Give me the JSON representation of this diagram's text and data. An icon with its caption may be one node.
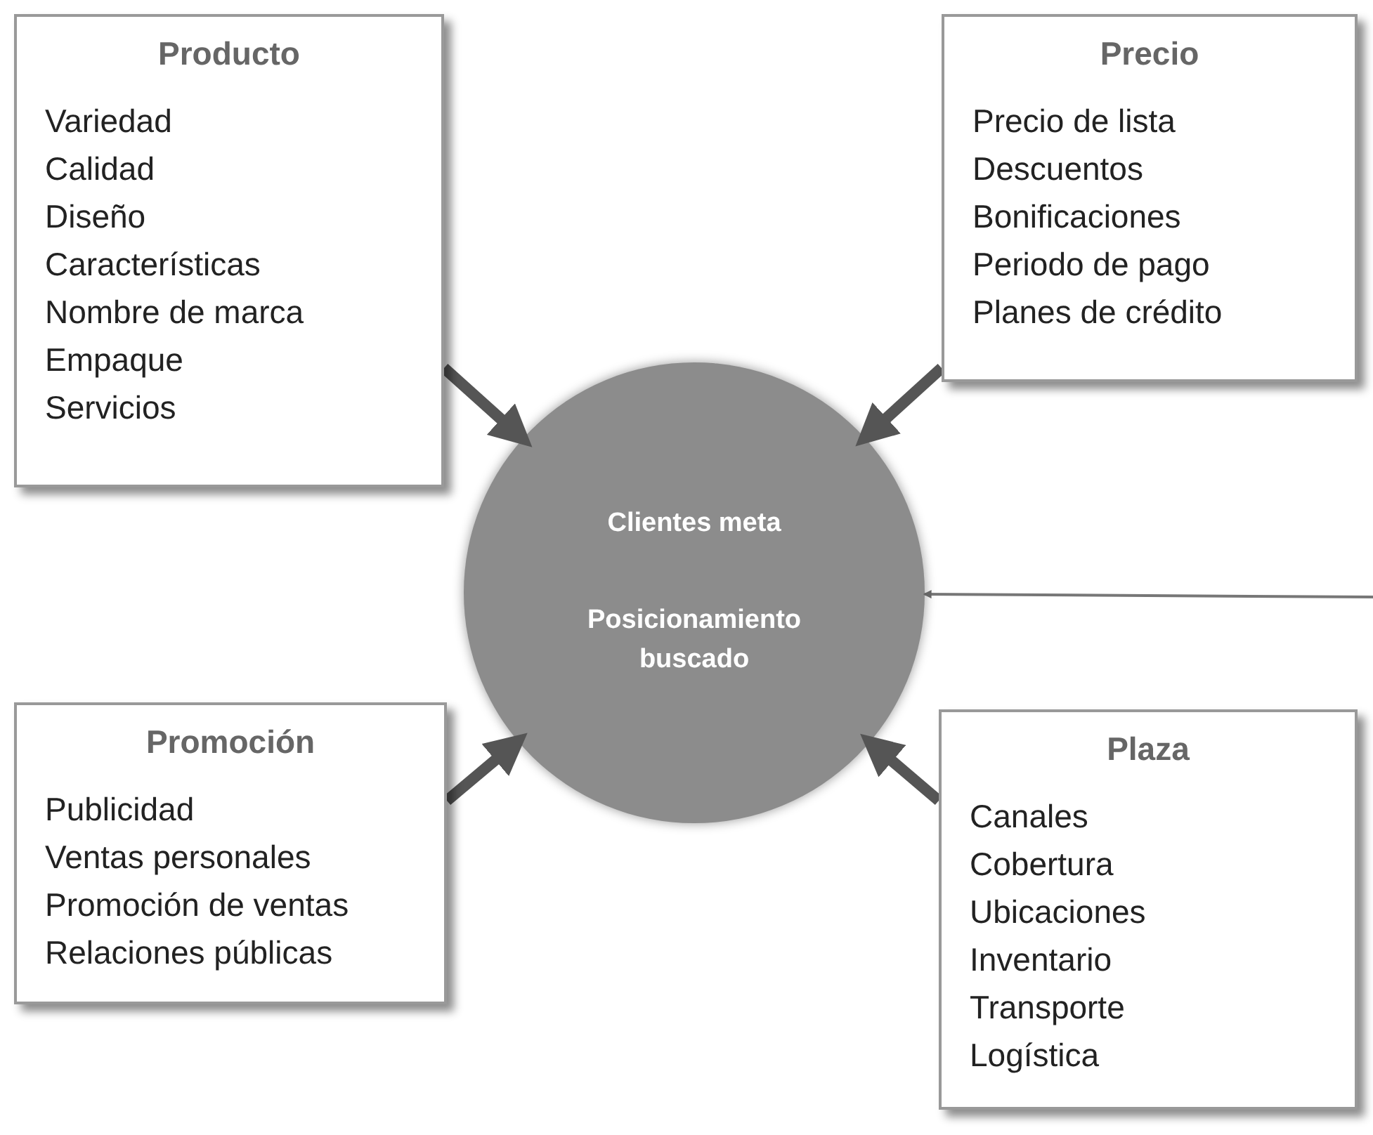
{
  "diagram": {
    "nodes": [
      {
        "text": [
          "Producto",
          "Variedad",
          "Calidad",
          "Diseño",
          "Características",
          "Nombre de marca",
          "Empaque",
          "Servicios"
        ]
      },
      {
        "text": [
          "Precio",
          "Precio de lista",
          "Descuentos",
          "Bonificaciones",
          "Periodo de pago",
          "Planes de crédito"
        ]
      },
      {
        "text": [
          "Clientes meta",
          "Posicionamiento buscado"
        ]
      },
      {
        "text": [
          "Promoción",
          "Publicidad",
          "Ventas personales",
          "Promoción de ventas",
          "Relaciones públicas"
        ]
      },
      {
        "text": [
          "Plaza",
          "Canales",
          "Cobertura",
          "Ubicaciones",
          "Inventario",
          "Transporte",
          "Logística"
        ]
      }
    ],
    "edges": [
      {
        "from": 0,
        "to": 2,
        "arrow": "to"
      },
      {
        "from": 1,
        "to": 2,
        "arrow": "to"
      },
      {
        "from": 3,
        "to": 2,
        "arrow": "to"
      },
      {
        "from": 4,
        "to": 2,
        "arrow": "to"
      },
      {
        "from": null,
        "to": 2,
        "arrow": "to"
      }
    ]
  }
}
